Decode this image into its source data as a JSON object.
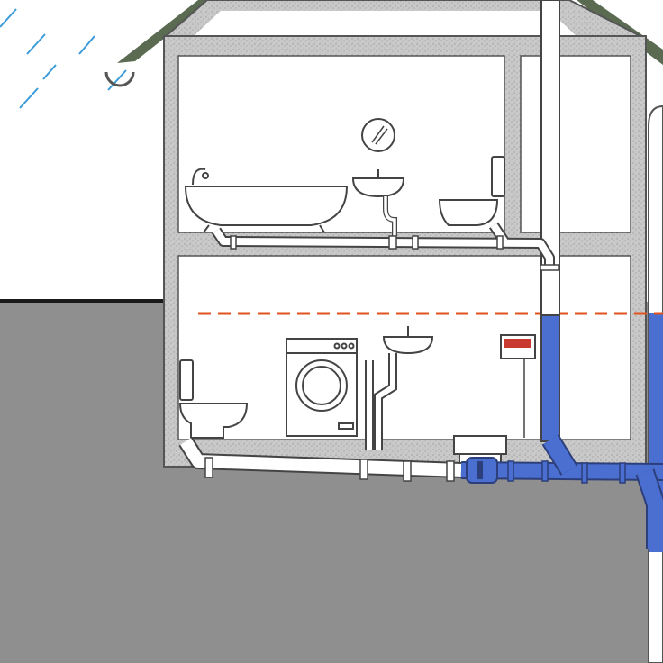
{
  "diagram": {
    "labels": [],
    "colors": {
      "sky": "#ffffff",
      "rain": "#3a9bd8",
      "ground": "#8f8f8f",
      "wall": "#c9c9c9",
      "wall_outline": "#555555",
      "roof": "#5a6b52",
      "room": "#ffffff",
      "pipe": "#ffffff",
      "pipe_outline": "#444444",
      "sewer_pipe": "#4a6fd1",
      "sewer_water": "#4a6fd1",
      "backflow_level_line": "#e0521f",
      "panel_red": "#c8392f"
    },
    "elements": {
      "roof": "roof",
      "gutter": "gutter",
      "upper_floor": [
        "bathtub",
        "washbasin",
        "wall-mounted-toilet",
        "mirror"
      ],
      "basement": [
        "floor-toilet",
        "washing-machine",
        "washbasin",
        "control-panel",
        "backflow-valve",
        "pump-unit"
      ],
      "drainage": [
        "downpipe",
        "collector-pipe",
        "sewer-connection",
        "backflow-level"
      ]
    }
  }
}
